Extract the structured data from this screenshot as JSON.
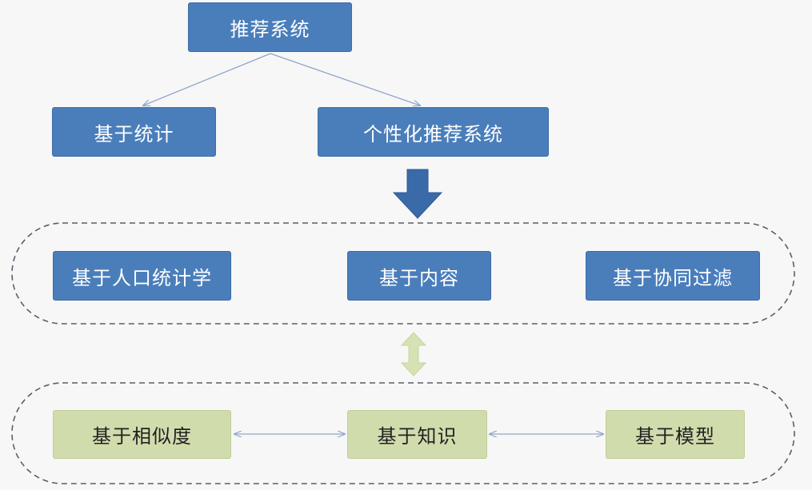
{
  "diagram": {
    "root": "推荐系统",
    "level1": [
      "基于统计",
      "个性化推荐系统"
    ],
    "group1": [
      "基于人口统计学",
      "基于内容",
      "基于协同过滤"
    ],
    "group2": [
      "基于相似度",
      "基于知识",
      "基于模型"
    ]
  },
  "colors": {
    "blue_box": "#4a7ebb",
    "green_box": "#d1dcad",
    "arrow_blue": "#3a6aa8",
    "arrow_green": "#d6e2b4",
    "dashed_border": "#5a5f6a",
    "connector": "#8ea6c8"
  }
}
